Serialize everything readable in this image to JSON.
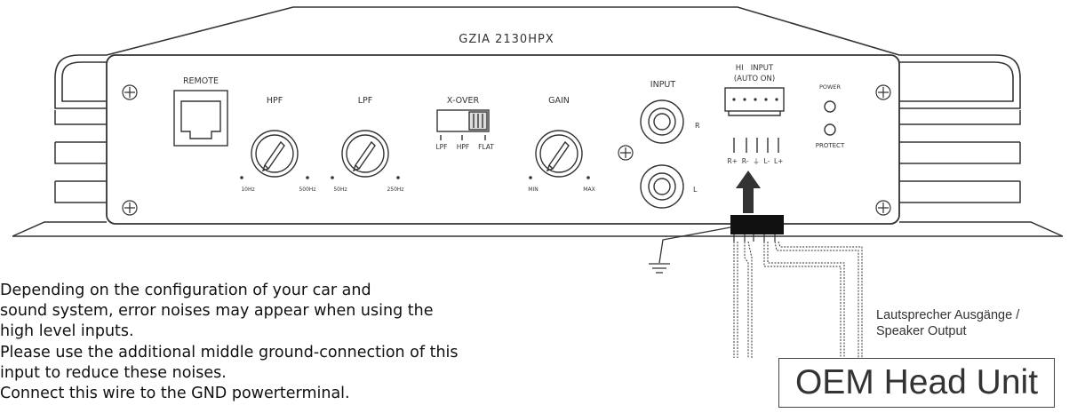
{
  "device": {
    "model": "GZIA 2130HPX",
    "remote_label": "REMOTE",
    "hpf_label": "HPF",
    "hpf_min": "10Hz",
    "hpf_max": "500Hz",
    "lpf_label": "LPF",
    "lpf_min": "50Hz",
    "lpf_max": "250Hz",
    "xover_label": "X-OVER",
    "xover_options": [
      "LPF",
      "HPF",
      "FLAT"
    ],
    "gain_label": "GAIN",
    "gain_min": "MIN",
    "gain_max": "MAX",
    "input_label": "INPUT",
    "input_r": "R",
    "input_l": "L",
    "hi_input_line1": "HI   INPUT",
    "hi_input_line2": "(AUTO ON)",
    "hi_input_pins": "R+  R-  ⏚  L-  L+",
    "power_label": "POWER",
    "protect_label": "PROTECT"
  },
  "wiring": {
    "speaker_output_line1": "Lautsprecher Ausgänge /",
    "speaker_output_line2": "Speaker Output",
    "head_unit": "OEM Head Unit"
  },
  "note": [
    "Depending on the configuration of your car and",
    "sound system, error noises may appear when using the",
    "high level inputs.",
    "Please use the additional middle ground-connection of this",
    "input to reduce these noises.",
    "Connect this wire to the GND powerterminal."
  ]
}
